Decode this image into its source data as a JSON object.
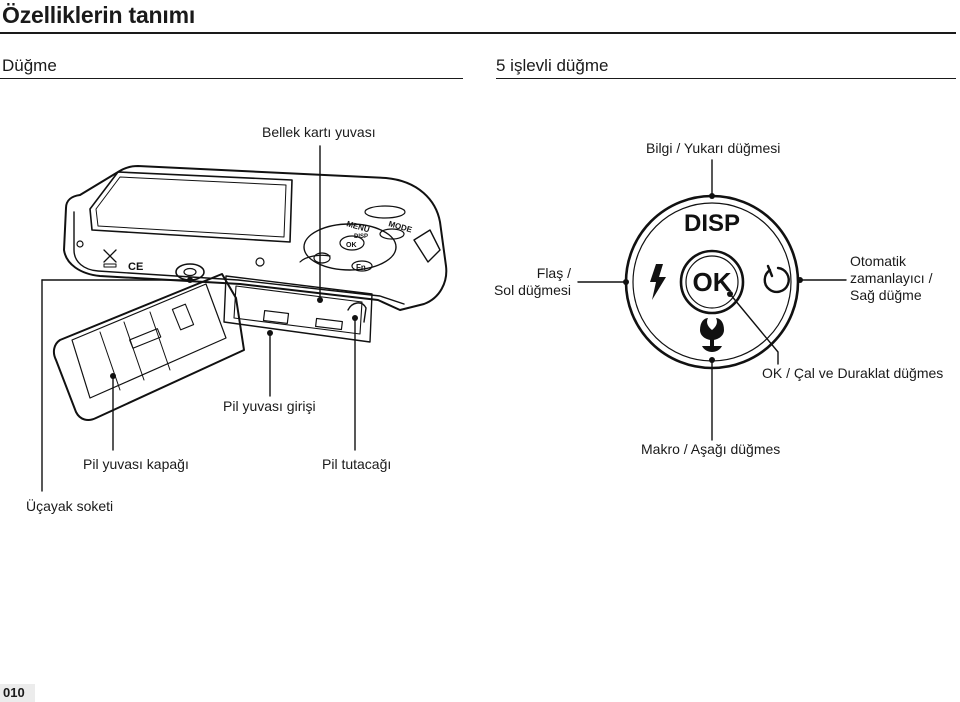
{
  "page": {
    "title": "Özelliklerin tanımı",
    "page_number": "010"
  },
  "sections": {
    "left": "Düğme",
    "right": "5 işlevli düğme"
  },
  "camera_labels": {
    "memory_slot": "Bellek kartı yuvası",
    "battery_slot": "Pil yuvası girişi",
    "battery_cover": "Pil yuvası kapağı",
    "battery_lock": "Pil tutacağı",
    "tripod": "Üçayak soketi"
  },
  "dial_labels": {
    "info_up": "Bilgi / Yukarı düğmesi",
    "flash_left_1": "Flaş /",
    "flash_left_2": "Sol düğmesi",
    "timer_right_1": "Otomatik",
    "timer_right_2": "zamanlayıcı /",
    "timer_right_3": "Sağ düğme",
    "ok": "OK / Çal ve Duraklat düğmes",
    "macro_down": "Makro / Aşağı düğmes"
  },
  "dial_glyphs": {
    "disp": "DISP",
    "ok": "OK",
    "camera_menu": "MENU",
    "camera_mode": "MODE",
    "camera_fn": "Fn",
    "camera_ok": "OK",
    "camera_disp": "DISP",
    "ce_mark": "CE"
  },
  "icons": {
    "flash": "flash-bolt-icon",
    "timer": "self-timer-icon",
    "macro": "macro-flower-icon"
  }
}
